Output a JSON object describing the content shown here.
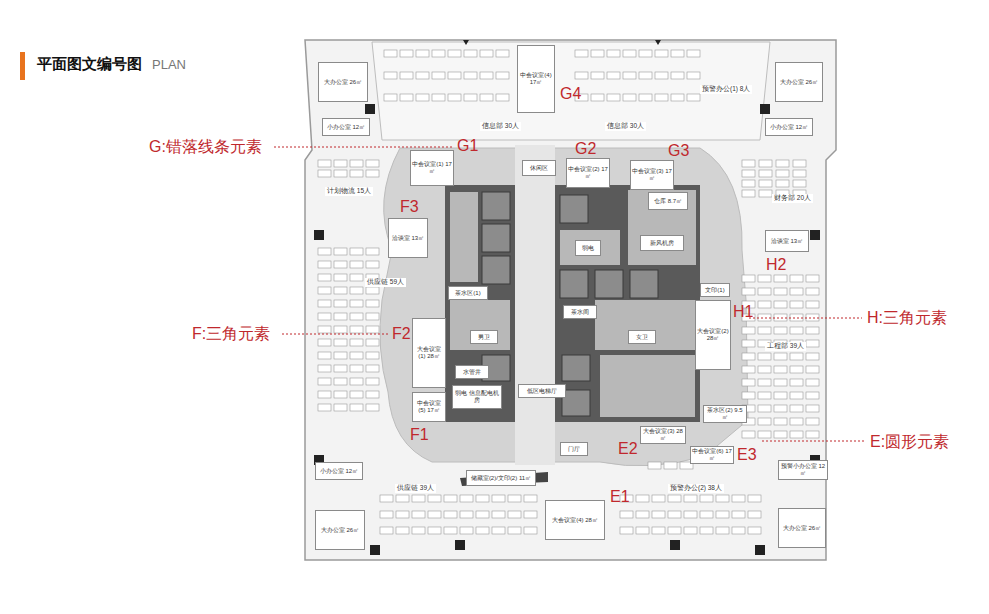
{
  "diagram": {
    "title": "平面图文编号图",
    "nodes": [
      {
        "text": [
          "大办公室 26㎡"
        ]
      },
      {
        "text": [
          "小办公室 12㎡"
        ]
      },
      {
        "text": [
          "中会议室(4) 17㎡"
        ]
      },
      {
        "text": [
          "小办公室 12㎡"
        ]
      },
      {
        "text": [
          "大办公室 26㎡"
        ]
      },
      {
        "text": [
          "中会议室(1) 17㎡"
        ]
      },
      {
        "text": [
          "休闲区"
        ]
      },
      {
        "text": [
          "中会议室(2) 17㎡"
        ]
      },
      {
        "text": [
          "中会议室(3) 17㎡"
        ]
      },
      {
        "text": [
          "仓库 8.7㎡"
        ]
      },
      {
        "text": [
          "新风机房"
        ]
      },
      {
        "text": [
          "弱电"
        ]
      },
      {
        "text": [
          "洽谈室 13㎡"
        ]
      },
      {
        "text": [
          "洽谈室 13㎡"
        ]
      },
      {
        "text": [
          "茶水区(1)"
        ]
      },
      {
        "text": [
          "男卫"
        ]
      },
      {
        "text": [
          "茶水间"
        ]
      },
      {
        "text": [
          "女卫"
        ]
      },
      {
        "text": [
          "大会议室(1) 28㎡"
        ]
      },
      {
        "text": [
          "大会议室(2) 28㎡"
        ]
      },
      {
        "text": [
          "水管井"
        ]
      },
      {
        "text": [
          "弱电 信息配电机房"
        ]
      },
      {
        "text": [
          "低区电梯厅"
        ]
      },
      {
        "text": [
          "中会议室(5) 17㎡"
        ]
      },
      {
        "text": [
          "茶水区(2) 9.5㎡"
        ]
      },
      {
        "text": [
          "门厅"
        ]
      },
      {
        "text": [
          "大会议室(3) 28㎡"
        ]
      },
      {
        "text": [
          "中会议室(6) 17㎡"
        ]
      },
      {
        "text": [
          "储藏室(2)/文印(2) 11㎡"
        ]
      },
      {
        "text": [
          "大会议室(4) 28㎡"
        ]
      },
      {
        "text": [
          "小办公室 12㎡"
        ]
      },
      {
        "text": [
          "大办公室 26㎡"
        ]
      },
      {
        "text": [
          "预警小办公室 12㎡"
        ]
      },
      {
        "text": [
          "大办公室 26㎡"
        ]
      },
      {
        "text": [
          "文印(1)"
        ]
      }
    ],
    "labels": [
      "PLAN",
      "G:错落线条元素",
      "F:三角元素",
      "H:三角元素",
      "E:圆形元素",
      "G1",
      "G2",
      "G3",
      "G4",
      "F1",
      "F2",
      "F3",
      "H1",
      "H2",
      "E1",
      "E2",
      "E3",
      "信息部 30人",
      "信息部 30人",
      "供应链 59人",
      "供应链 39人",
      "工程部 39人",
      "财务部 20人",
      "预警办公(1) 8人",
      "预警办公(2) 38人",
      "计划物流 15人"
    ]
  }
}
